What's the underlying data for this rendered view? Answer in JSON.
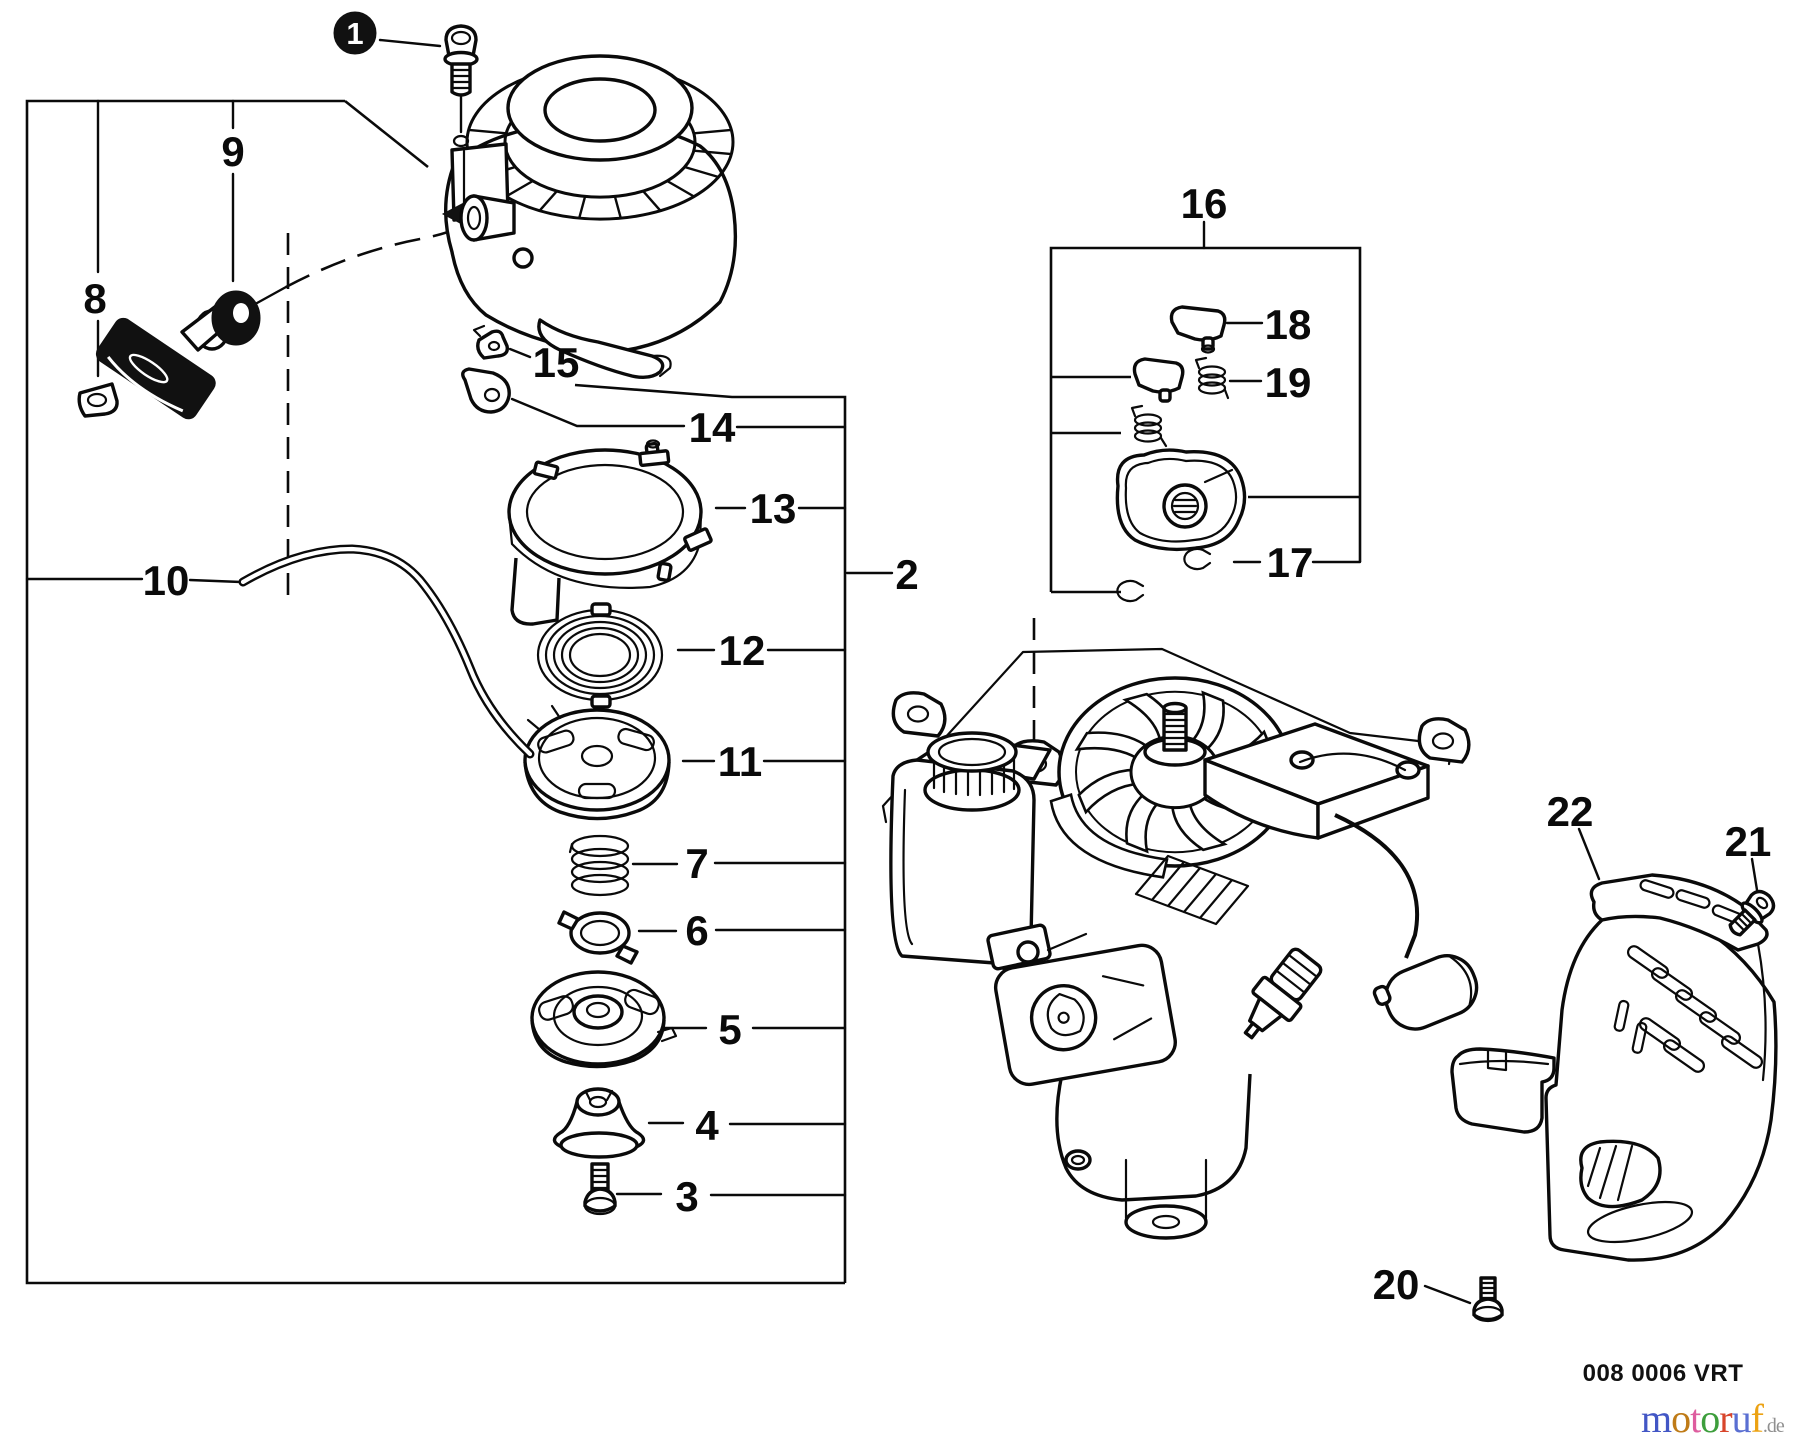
{
  "image": {
    "background": "#ffffff",
    "ink": "#0a0a0a",
    "description": "Exploded parts diagram of a recoil starter and engine (fan housing, rope reel, pawls, covers)"
  },
  "callouts": {
    "c1": "1",
    "c2": "2",
    "c3": "3",
    "c4": "4",
    "c5": "5",
    "c6": "6",
    "c7": "7",
    "c8": "8",
    "c9": "9",
    "c10": "10",
    "c11": "11",
    "c12": "12",
    "c13": "13",
    "c14": "14",
    "c15": "15",
    "c16": "16",
    "c17": "17",
    "c18": "18",
    "c19": "19",
    "c20": "20",
    "c21": "21",
    "c22": "22"
  },
  "footer": {
    "drawing_code": "008 0006 VRT"
  },
  "watermark": {
    "letters": [
      {
        "ch": "m",
        "color": "#4256c5"
      },
      {
        "ch": "o",
        "color": "#bf7b17"
      },
      {
        "ch": "t",
        "color": "#de5d9f"
      },
      {
        "ch": "o",
        "color": "#3d9e3c"
      },
      {
        "ch": "r",
        "color": "#d8452b"
      },
      {
        "ch": "u",
        "color": "#5a6fd2"
      },
      {
        "ch": "f",
        "color": "#eca213"
      }
    ],
    "suffix": ".de",
    "suffix_color": "#8f8f8f"
  }
}
